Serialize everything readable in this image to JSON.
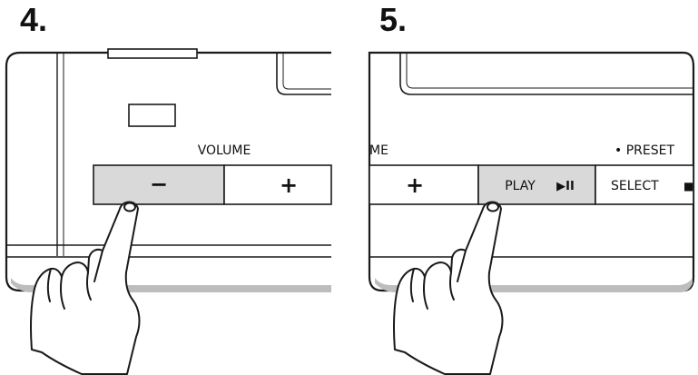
{
  "steps": [
    {
      "number": "4.",
      "panel_label": "VOLUME",
      "buttons": [
        {
          "glyph": "−",
          "pressed": true
        },
        {
          "glyph": "+",
          "pressed": false
        }
      ]
    },
    {
      "number": "5.",
      "panel_label_partial": "ME",
      "panel_label_right": "• PRESET",
      "buttons": [
        {
          "glyph": "+",
          "pressed": false
        },
        {
          "text": "PLAY",
          "icon": "▶II",
          "pressed": true
        },
        {
          "text": "SELECT",
          "icon": "■",
          "pressed": false
        }
      ]
    }
  ],
  "colors": {
    "pressed_fill": "#d9d9d9",
    "line": "#1a1a1a"
  }
}
